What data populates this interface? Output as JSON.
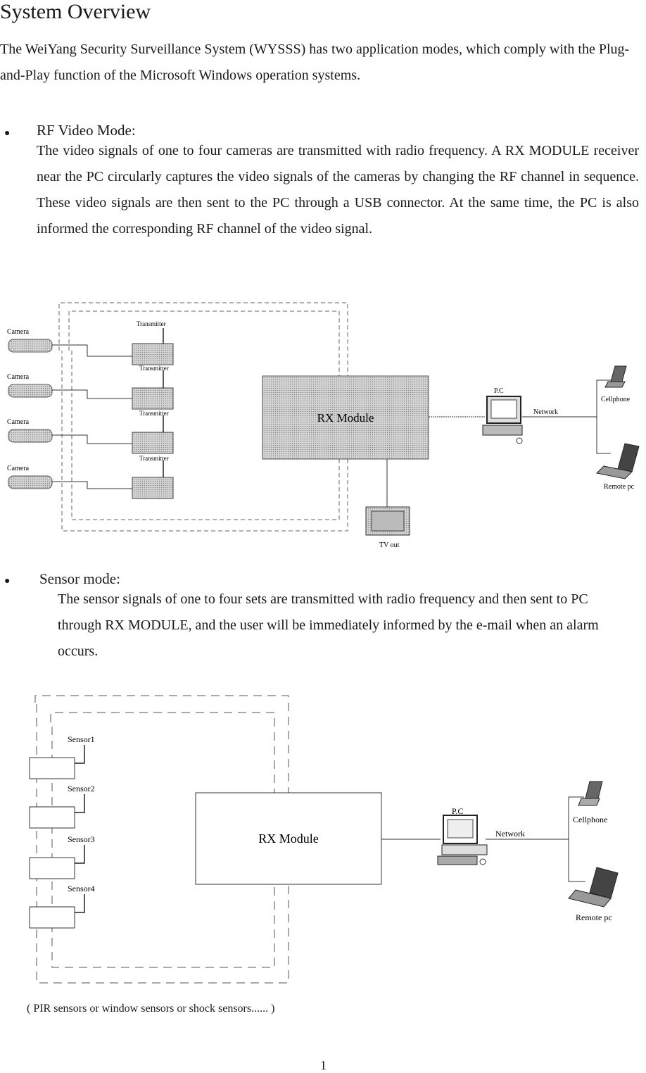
{
  "title": "System Overview",
  "intro": "The WeiYang Security Surveillance System (WYSSS) has two application modes, which comply with the Plug-and-Play function of the Microsoft Windows operation systems.",
  "rf_mode": {
    "heading": "RF Video Mode:",
    "body": "The video signals of one to four cameras are transmitted with radio frequency. A RX MODULE receiver near the PC circularly captures the video signals of the cameras by changing the RF channel in sequence. These video signals are then sent to the PC through a USB connector. At the same time, the PC is also informed the corresponding RF channel of the video signal."
  },
  "diagram1": {
    "camera_label": "Camera",
    "transmitter_label": "Transmitter",
    "rx_module": "RX  Module",
    "pc": "P.C",
    "network": "Network",
    "cellphone": "Cellphone",
    "remote_pc": "Remote pc",
    "tv_out": "TV out"
  },
  "sensor_mode": {
    "heading": "Sensor mode:",
    "body": "The sensor signals of one to four sets are transmitted with radio frequency and then sent to PC through RX MODULE, and the user will be immediately informed by the e-mail when an alarm occurs."
  },
  "diagram2": {
    "sensors": [
      "Sensor1",
      "Sensor2",
      "Sensor3",
      "Sensor4"
    ],
    "rx_module": "RX  Module",
    "pc": "P.C",
    "network": "Network",
    "cellphone": "Cellphone",
    "remote_pc": "Remote pc"
  },
  "caption": "( PIR sensors or window sensors or shock sensors...... )",
  "page_number": "1"
}
